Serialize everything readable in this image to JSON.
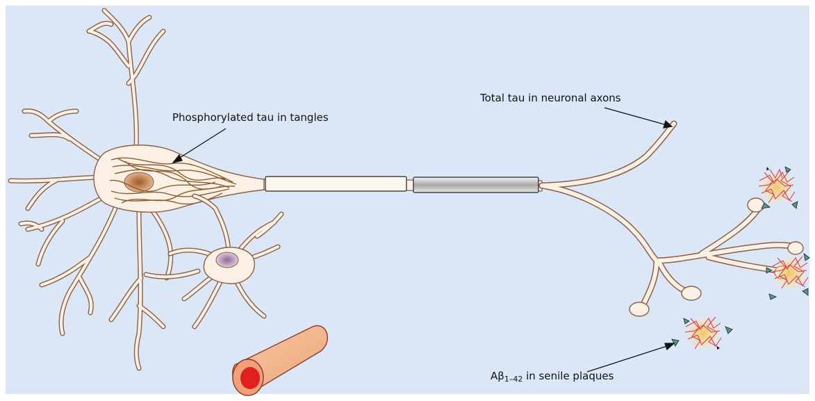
{
  "diagram": {
    "colors": {
      "background": "#dbe6f6",
      "cell_fill": "#fdf1e6",
      "cell_stroke": "#8b5e46",
      "nucleus": "#b7764b",
      "glia_nucleus": "#9a80a8",
      "tangle": "#8b5a2b",
      "plaque_amyloid": "#e0303a",
      "plaque_core": "#f4c27a",
      "microglia": "#4e9a8c",
      "vessel": "#f2b48c",
      "vessel_lumen": "#e02020"
    },
    "labels": {
      "tangles": "Phosphorylated tau in tangles",
      "axon_tau": "Total tau in neuronal axons",
      "plaques_prefix": "Aβ",
      "plaques_subscript": "1–42",
      "plaques_suffix": " in senile plaques"
    }
  }
}
